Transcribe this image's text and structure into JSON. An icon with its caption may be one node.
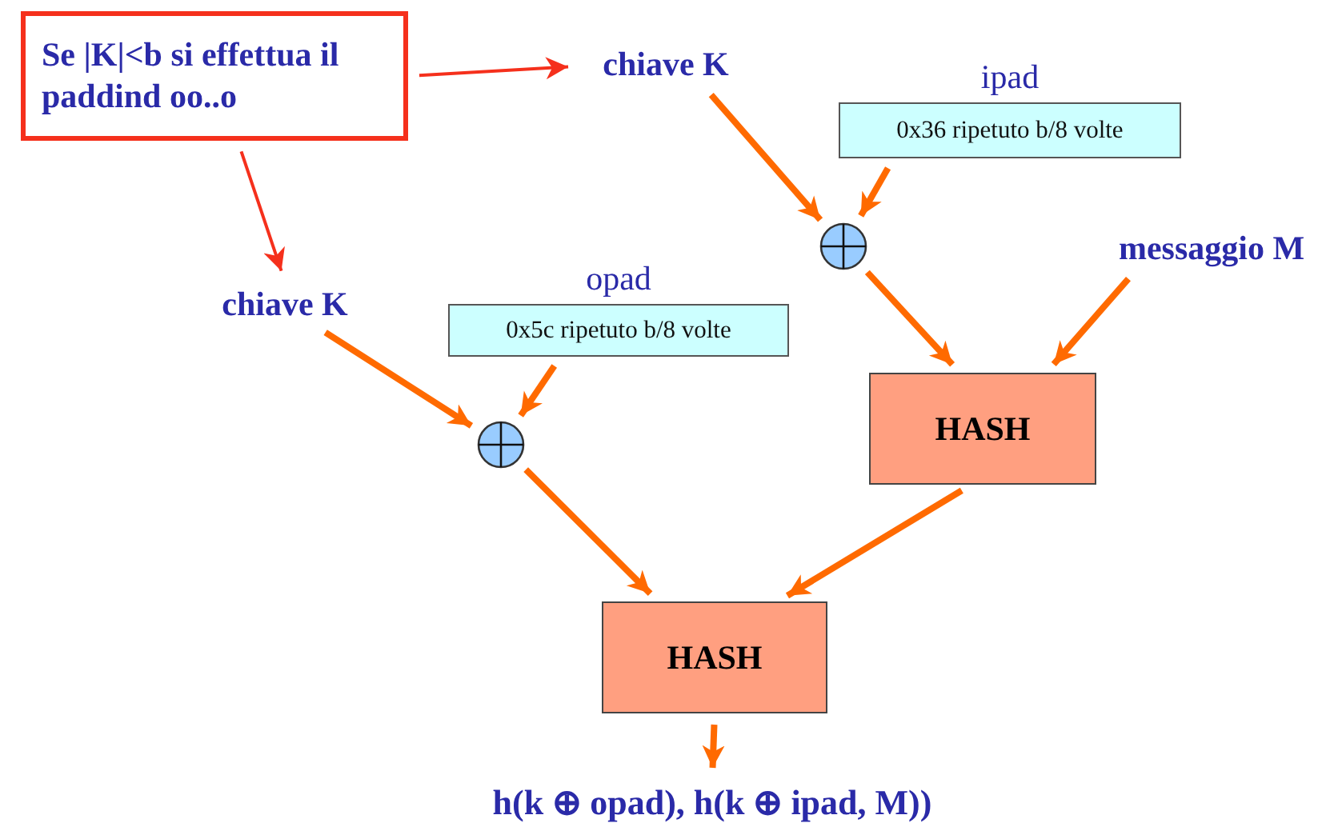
{
  "diagram": {
    "nodes": [
      {
        "text": [
          "Se |K|<b si effettua il paddind oo..o"
        ]
      },
      {
        "text": [
          "chiave K"
        ]
      },
      {
        "text": [
          "ipad",
          "0x36 ripetuto b/8 volte"
        ]
      },
      {
        "text": [],
        "shape": "circle"
      },
      {
        "text": [
          "messaggio M"
        ]
      },
      {
        "text": [
          "HASH"
        ]
      },
      {
        "text": [
          "chiave K"
        ]
      },
      {
        "text": [
          "opad",
          "0x5c ripetuto b/8 volte"
        ]
      },
      {
        "text": [],
        "shape": "circle"
      },
      {
        "text": [
          "HASH"
        ]
      },
      {
        "text": [
          "h(k ⊕ opad), h(k ⊕ ipad, M))"
        ]
      }
    ],
    "edges": [
      {
        "from": 0,
        "to": 1,
        "arrow": "to",
        "color": "#f5301c"
      },
      {
        "from": 0,
        "to": 6,
        "arrow": "to",
        "color": "#f5301c"
      },
      {
        "from": 1,
        "to": 3,
        "arrow": "to"
      },
      {
        "from": 2,
        "to": 3,
        "arrow": "to"
      },
      {
        "from": 3,
        "to": 5,
        "arrow": "to"
      },
      {
        "from": 4,
        "to": 5,
        "arrow": "to"
      },
      {
        "from": 6,
        "to": 8,
        "arrow": "to"
      },
      {
        "from": 7,
        "to": 8,
        "arrow": "to"
      },
      {
        "from": 8,
        "to": 9,
        "arrow": "to"
      },
      {
        "from": 5,
        "to": 9,
        "arrow": "to"
      },
      {
        "from": 9,
        "to": 10,
        "arrow": "to"
      }
    ]
  }
}
